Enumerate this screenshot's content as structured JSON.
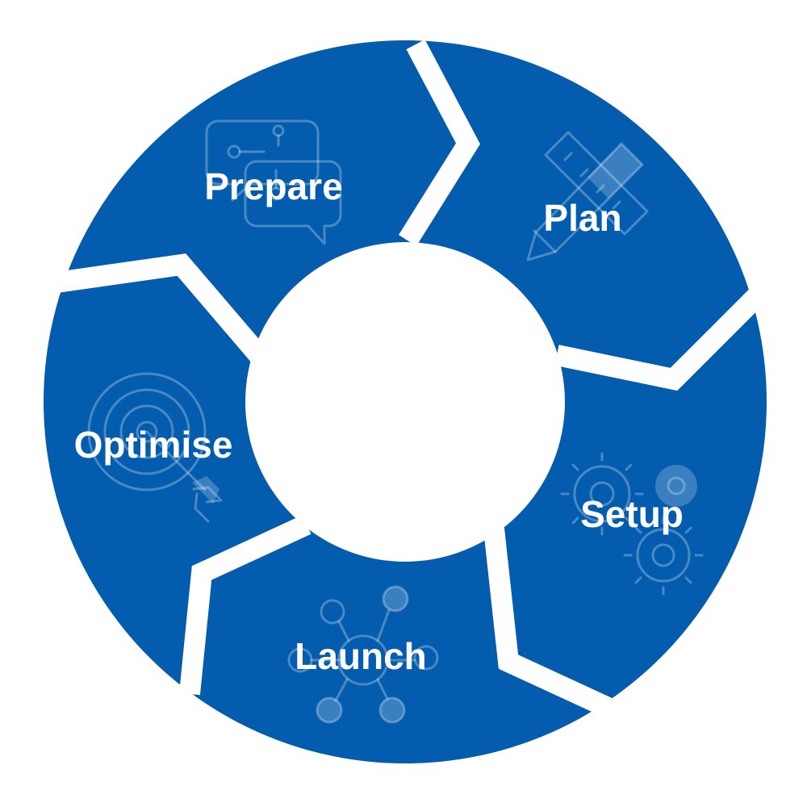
{
  "colors": {
    "segment": "#035CAD",
    "gap": "#FFFFFF",
    "label": "#FFFFFF"
  },
  "segments": [
    {
      "label": "Prepare",
      "icon": "chat-bubbles-icon"
    },
    {
      "label": "Plan",
      "icon": "pencil-ruler-icon"
    },
    {
      "label": "Setup",
      "icon": "gears-icon"
    },
    {
      "label": "Launch",
      "icon": "network-nodes-icon"
    },
    {
      "label": "Optimise",
      "icon": "target-arrow-icon"
    }
  ]
}
